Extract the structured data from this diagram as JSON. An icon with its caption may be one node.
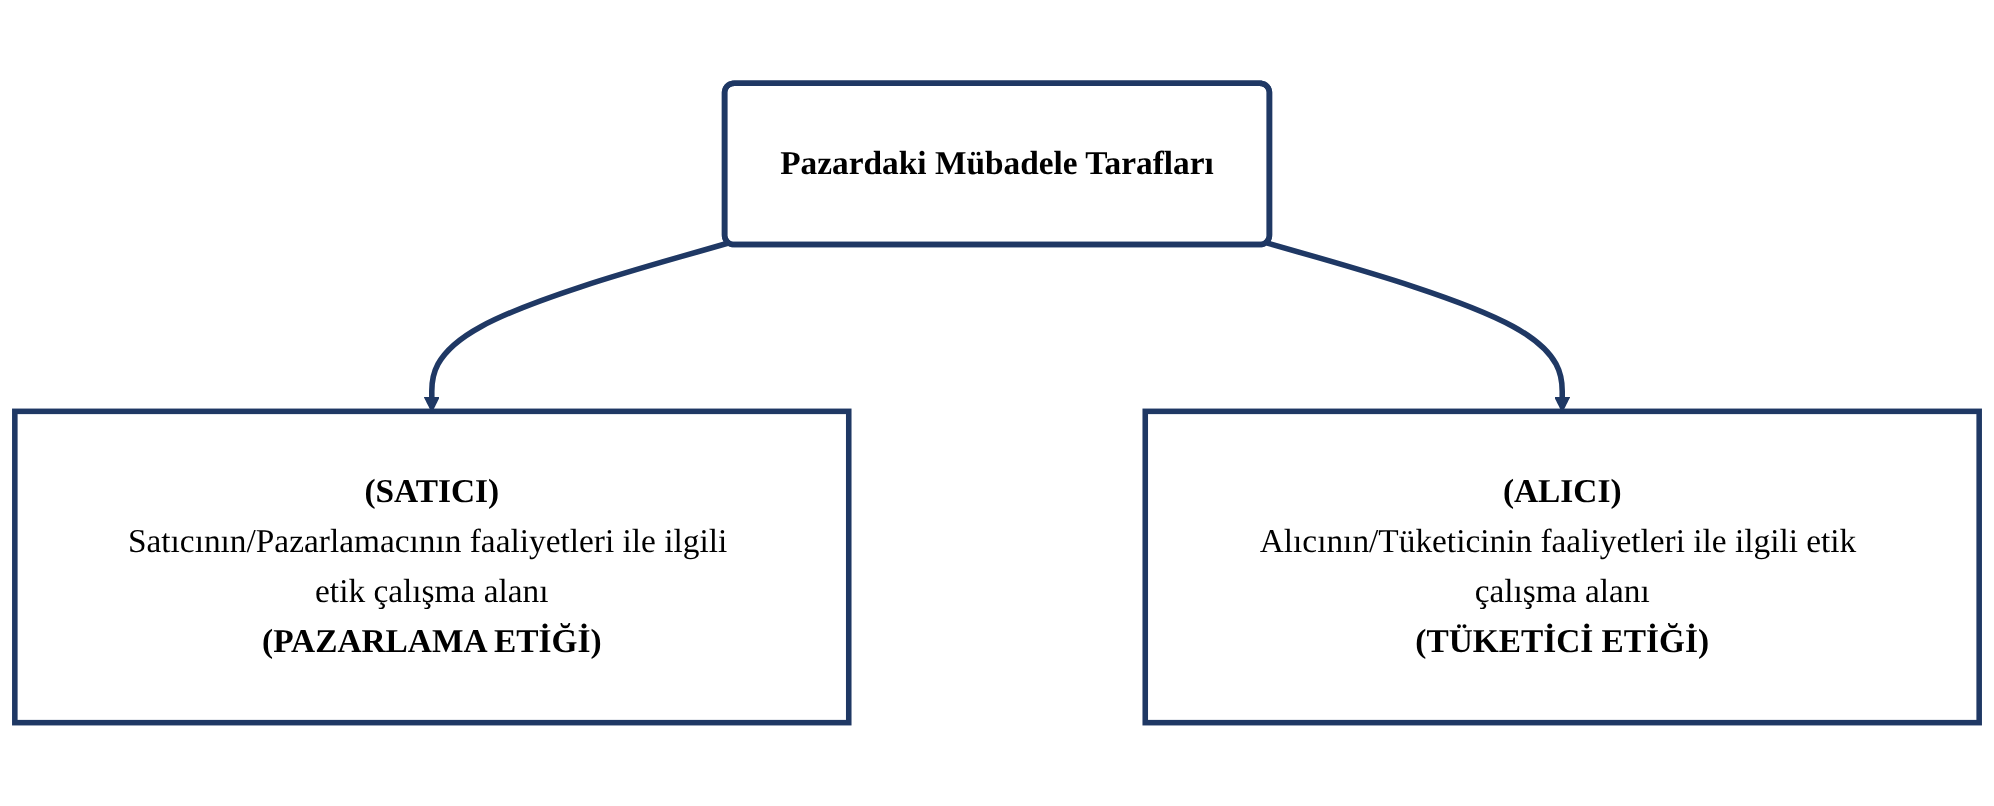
{
  "diagram": {
    "nodes": [
      {
        "text": [
          "Pazardaki Mübadele Tarafları"
        ]
      },
      {
        "text": [
          "(SATICI)",
          "Satıcının/Pazarlamacının faaliyetleri ile ilgili etik çalışma alanı",
          "(PAZARLAMA ETİĞİ)"
        ]
      },
      {
        "text": [
          "(ALICI)",
          "Alıcının/Tüketicinin faaliyetleri ile ilgili etik çalışma alanı",
          "(TÜKETİCİ ETİĞİ)"
        ]
      }
    ],
    "edges": [
      {
        "from": 0,
        "to": 1,
        "arrow": "to"
      },
      {
        "from": 0,
        "to": 2,
        "arrow": "to"
      }
    ]
  }
}
